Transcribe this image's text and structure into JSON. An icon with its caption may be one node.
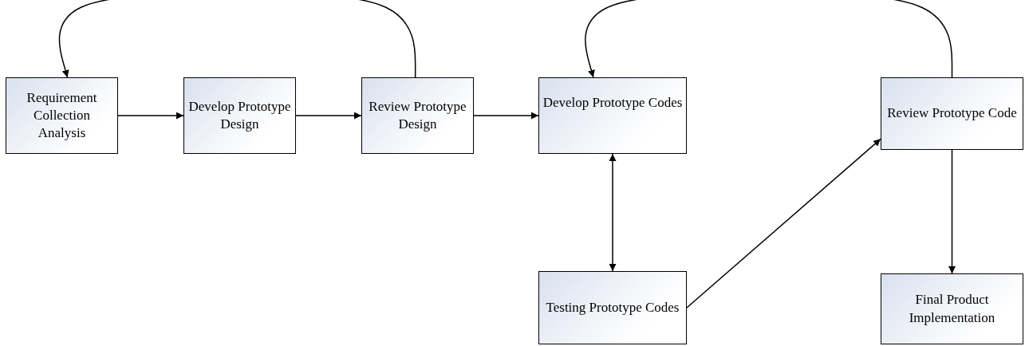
{
  "diagram": {
    "nodes": [
      {
        "text": [
          "Requirement Collection Analysis"
        ]
      },
      {
        "text": [
          "Develop Prototype Design"
        ]
      },
      {
        "text": [
          "Review Prototype Design"
        ]
      },
      {
        "text": [
          "Develop Prototype Codes"
        ]
      },
      {
        "text": [
          "Testing Prototype Codes"
        ]
      },
      {
        "text": [
          "Review Prototype Code"
        ]
      },
      {
        "text": [
          "Final Product Implementation"
        ]
      }
    ],
    "edges": [
      {
        "from": 0,
        "to": 1,
        "arrow": "to"
      },
      {
        "from": 1,
        "to": 2,
        "arrow": "to"
      },
      {
        "from": 2,
        "to": 3,
        "arrow": "to"
      },
      {
        "from": 2,
        "to": 0,
        "arrow": "to"
      },
      {
        "from": 3,
        "to": 4,
        "arrow": "both"
      },
      {
        "from": 4,
        "to": 5,
        "arrow": "to"
      },
      {
        "from": 5,
        "to": 3,
        "arrow": "to"
      },
      {
        "from": 5,
        "to": 6,
        "arrow": "to"
      }
    ]
  }
}
